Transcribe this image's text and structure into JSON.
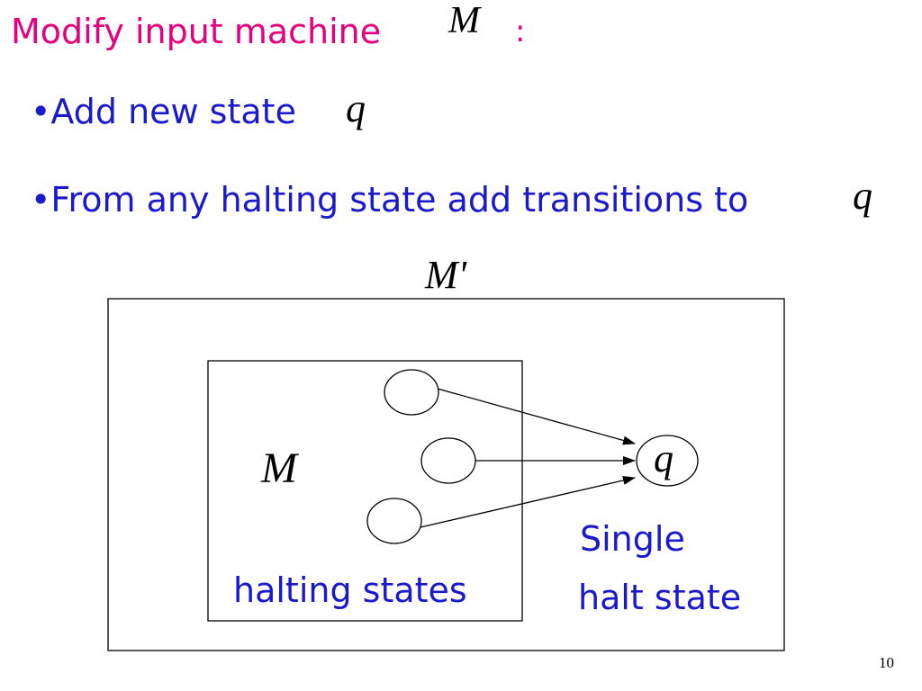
{
  "slide": {
    "title": "Modify input machine",
    "title_var": "M",
    "title_colon": ":",
    "bullets": [
      {
        "text": "•Add new state",
        "var": "q"
      },
      {
        "text": "•From any halting state add transitions to",
        "var": "q"
      }
    ],
    "page_number": "10"
  },
  "diagram": {
    "outer_label": "M'",
    "inner_label": "M",
    "new_state_label": "q",
    "halting_caption": "halting states",
    "single_caption_line1": "Single",
    "single_caption_line2": "halt state",
    "halting_state_count": 3
  },
  "colors": {
    "title": "#e6007e",
    "body_text": "#1a1acc",
    "lines": "#000000"
  }
}
